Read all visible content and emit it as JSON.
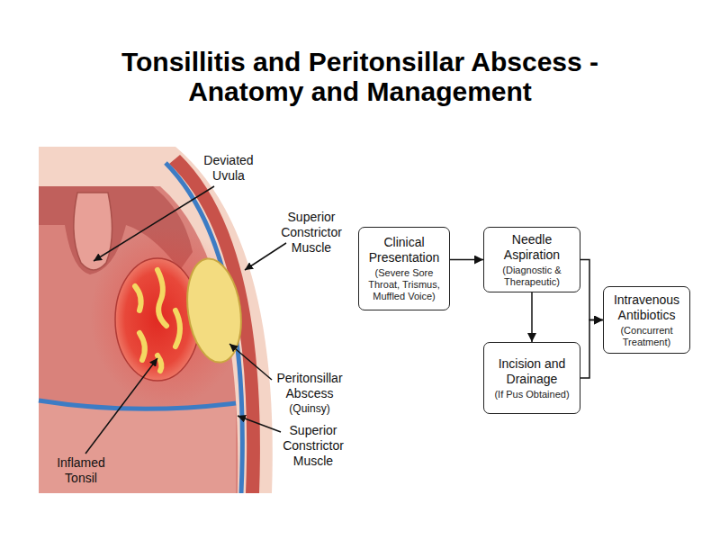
{
  "diagram": {
    "title": "Tonsillitis and Peritonsillar Abscess - Anatomy and Management",
    "nodes": [
      {
        "text": [
          "Clinical Presentation",
          "(Severe Sore Throat, Trismus, Muffled Voice)"
        ]
      },
      {
        "text": [
          "Needle Aspiration",
          "(Diagnostic & Therapeutic)"
        ]
      },
      {
        "text": [
          "Incision and Drainage",
          "(If Pus Obtained)"
        ]
      },
      {
        "text": [
          "Intravenous Antibiotics",
          "(Concurrent Treatment)"
        ]
      }
    ],
    "edges": [
      {
        "from": 0,
        "to": 1,
        "arrow": "to"
      },
      {
        "from": 1,
        "to": 2,
        "arrow": "to"
      },
      {
        "from": 1,
        "to": 3,
        "arrow": "to"
      },
      {
        "from": 2,
        "to": 3,
        "arrow": "to"
      }
    ],
    "labels": [
      "Deviated Uvula",
      "Superior Constrictor Muscle",
      "Peritonsillar Abscess",
      "(Quinsy)",
      "Superior Constrictor Muscle",
      "Inflamed Tonsil"
    ]
  }
}
